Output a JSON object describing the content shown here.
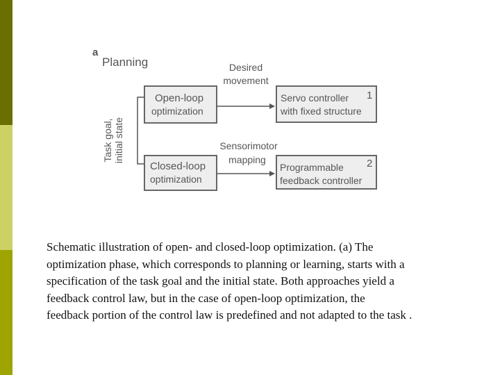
{
  "colors": {
    "sidebar_top": "#6b6e00",
    "sidebar_mid": "#cdd165",
    "sidebar_bottom": "#9ea400",
    "box_fill": "#eeeeee",
    "box_border": "#666666",
    "text": "#555555"
  },
  "diagram": {
    "panel_letter": "a",
    "panel_title": "Planning",
    "side_label_line1": "Task goal,",
    "side_label_line2": "initial state",
    "open_loop_line1": "Open-loop",
    "open_loop_line2": "optimization",
    "closed_loop_line1": "Closed-loop",
    "closed_loop_line2": "optimization",
    "servo_line1": "Servo controller",
    "servo_line2": "with fixed structure",
    "servo_number": "1",
    "prog_line1": "Programmable",
    "prog_line2": "feedback controller",
    "prog_number": "2",
    "desired_line1": "Desired",
    "desired_line2": "movement",
    "sensori_line1": "Sensorimotor",
    "sensori_line2": "mapping"
  },
  "caption": {
    "line1": "Schematic illustration of open- and closed-loop optimization. (a) The",
    "line2": "optimization phase, which corresponds to planning or learning, starts with a",
    "line3": "specification of the task goal and the initial state. Both approaches yield a",
    "line4": "feedback control law, but in the case of open-loop optimization, the",
    "line5": "feedback portion of the control law is predefined and not adapted to the task ."
  }
}
